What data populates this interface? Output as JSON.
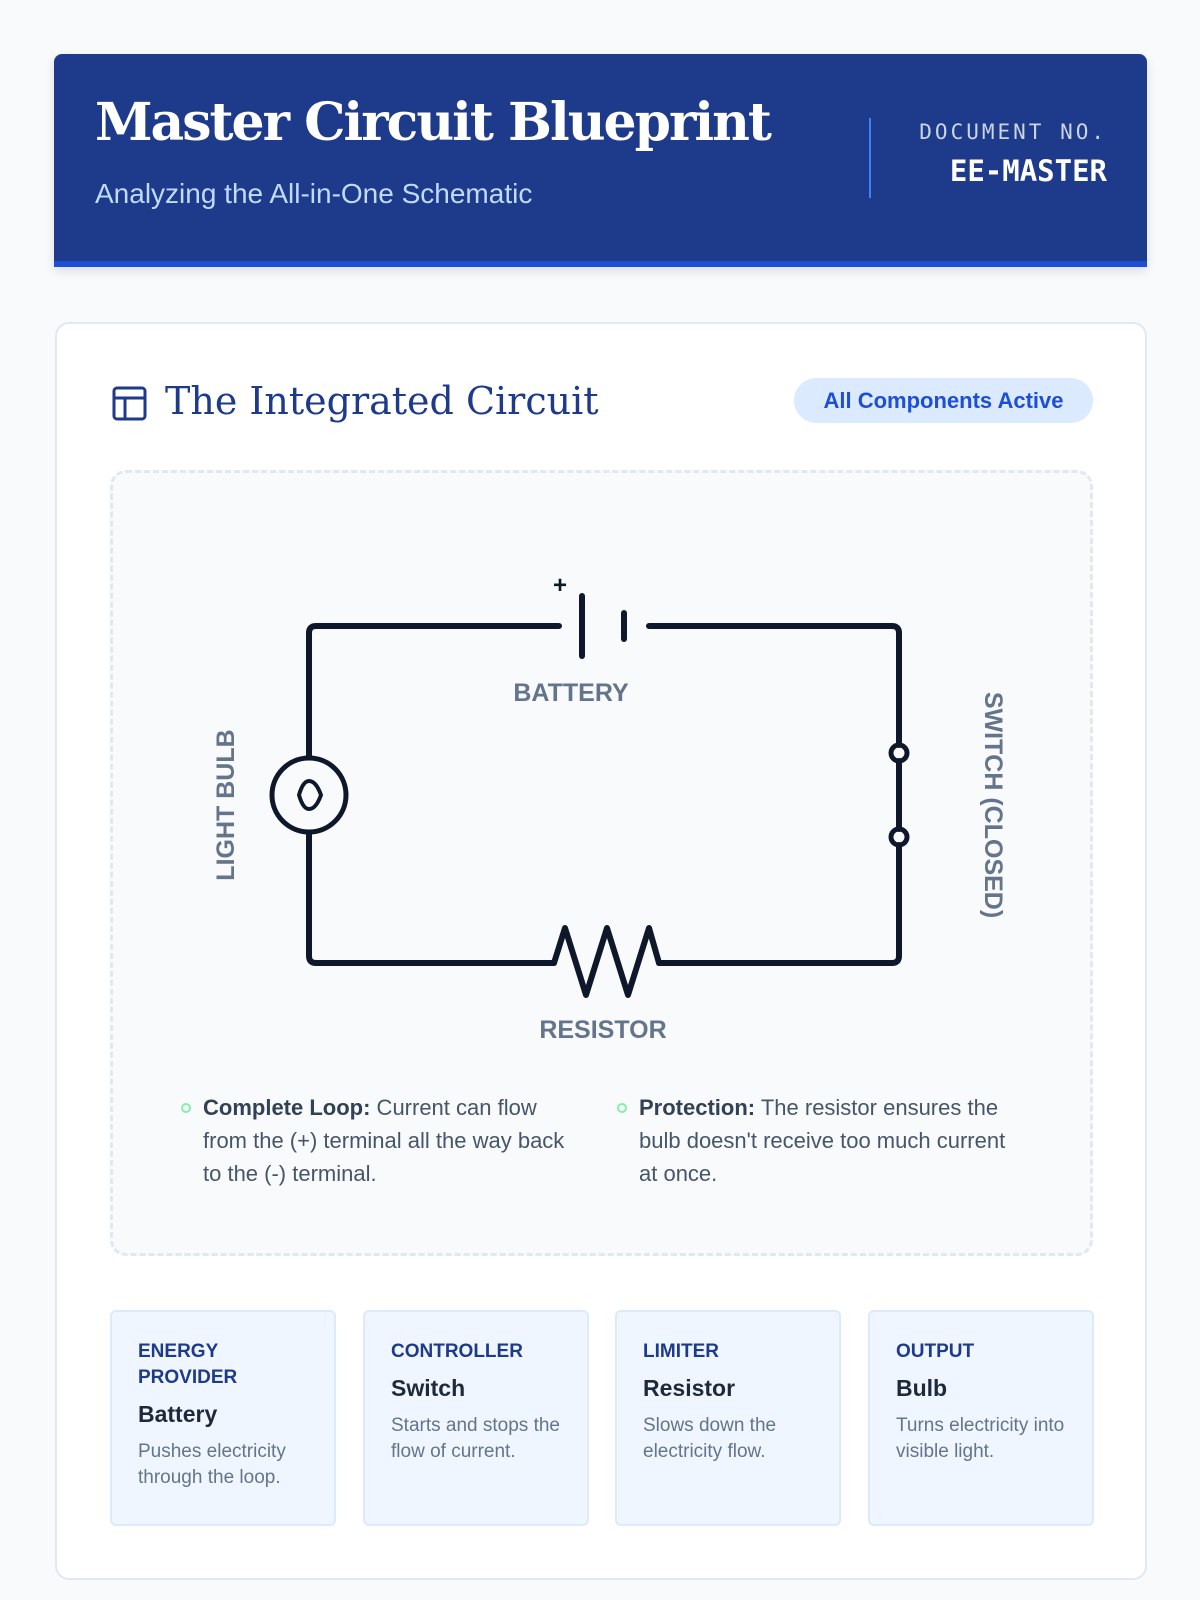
{
  "header": {
    "title": "Master Circuit Blueprint",
    "subtitle": "Analyzing the All-in-One Schematic",
    "doc_label": "DOCUMENT NO.",
    "doc_value": "EE-MASTER"
  },
  "section": {
    "title": "The Integrated Circuit",
    "badge": "All Components Active",
    "icon": "layout-icon"
  },
  "diagram": {
    "plus": "+",
    "battery": "BATTERY",
    "resistor": "RESISTOR",
    "bulb": "LIGHT BULB",
    "switch": "SWITCH (CLOSED)",
    "switch_state": "closed"
  },
  "bullets": [
    {
      "bold": "Complete Loop:",
      "text": " Current can flow from the (+) terminal all the way back to the (-) terminal."
    },
    {
      "bold": "Protection:",
      "text": " The resistor ensures the bulb doesn't receive too much current at once."
    }
  ],
  "components": [
    {
      "kind": "ENERGY PROVIDER",
      "name": "Battery",
      "desc": "Pushes electricity through the loop."
    },
    {
      "kind": "CONTROLLER",
      "name": "Switch",
      "desc": "Starts and stops the flow of current."
    },
    {
      "kind": "LIMITER",
      "name": "Resistor",
      "desc": "Slows down the electricity flow."
    },
    {
      "kind": "OUTPUT",
      "name": "Bulb",
      "desc": "Turns electricity into visible light."
    }
  ],
  "colors": {
    "primary": "#1e3a8a",
    "accent": "#1d4ed8",
    "wire": "#0f172a"
  }
}
